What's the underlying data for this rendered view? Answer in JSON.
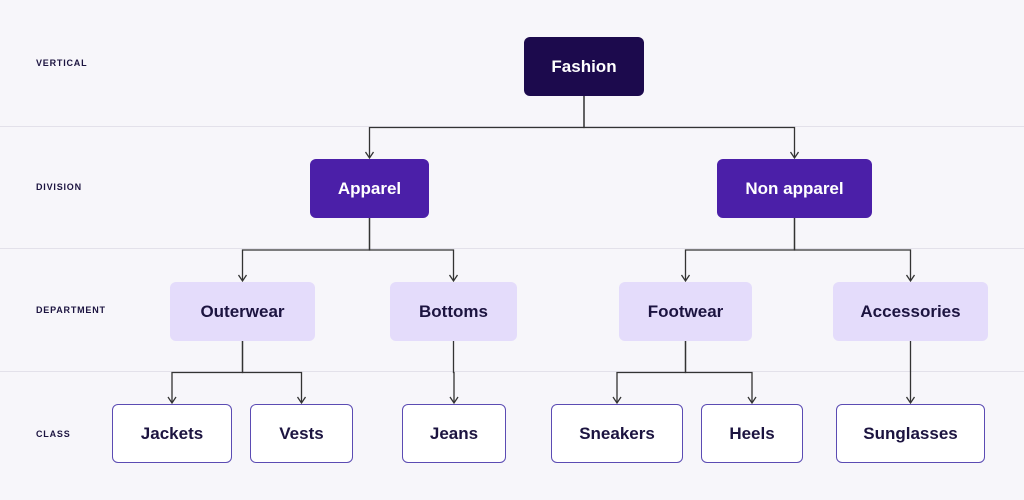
{
  "levels": {
    "vertical": "VERTICAL",
    "division": "DIVISION",
    "department": "DEPARTMENT",
    "class": "CLASS"
  },
  "nodes": {
    "fashion": "Fashion",
    "apparel": "Apparel",
    "non_apparel": "Non apparel",
    "outerwear": "Outerwear",
    "bottoms": "Bottoms",
    "footwear": "Footwear",
    "accessories": "Accessories",
    "jackets": "Jackets",
    "vests": "Vests",
    "jeans": "Jeans",
    "sneakers": "Sneakers",
    "heels": "Heels",
    "sunglasses": "Sunglasses"
  },
  "edges": [
    [
      "fashion",
      "apparel"
    ],
    [
      "fashion",
      "non_apparel"
    ],
    [
      "apparel",
      "outerwear"
    ],
    [
      "apparel",
      "bottoms"
    ],
    [
      "non_apparel",
      "footwear"
    ],
    [
      "non_apparel",
      "accessories"
    ],
    [
      "outerwear",
      "jackets"
    ],
    [
      "outerwear",
      "vests"
    ],
    [
      "bottoms",
      "jeans"
    ],
    [
      "footwear",
      "sneakers"
    ],
    [
      "footwear",
      "heels"
    ],
    [
      "accessories",
      "sunglasses"
    ]
  ],
  "colors": {
    "vertical_fill": "#1c0a4d",
    "division_fill": "#4b1fa8",
    "department_fill": "#e4dcfb",
    "class_border": "#5b4bb3",
    "connector": "#333333"
  }
}
